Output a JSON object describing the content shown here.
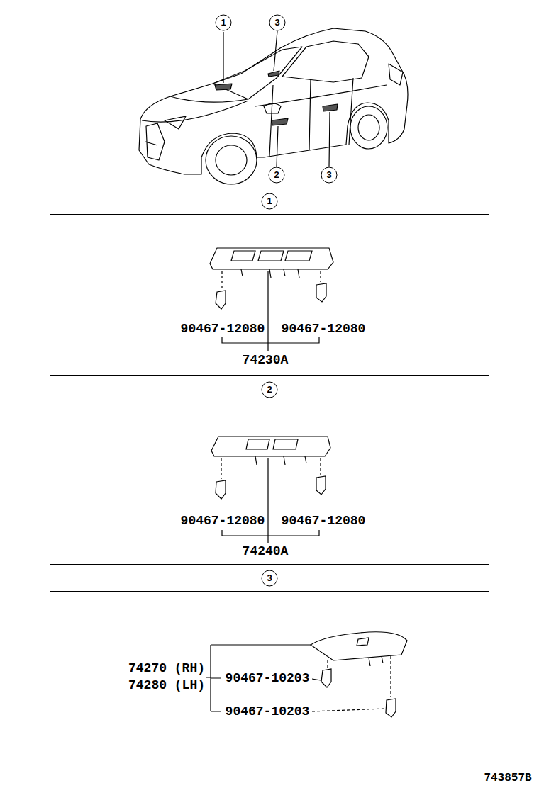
{
  "diagram": {
    "nodes": [
      {
        "text": [
          "1",
          "90467-12080",
          "90467-12080",
          "74230A"
        ]
      },
      {
        "text": [
          "2",
          "90467-12080",
          "90467-12080",
          "74240A"
        ]
      },
      {
        "text": [
          "3",
          "74270 (RH)",
          "74280 (LH)",
          "90467-10203",
          "90467-10203"
        ]
      }
    ],
    "labels": [
      "1",
      "3",
      "2",
      "3",
      "743857B"
    ]
  }
}
